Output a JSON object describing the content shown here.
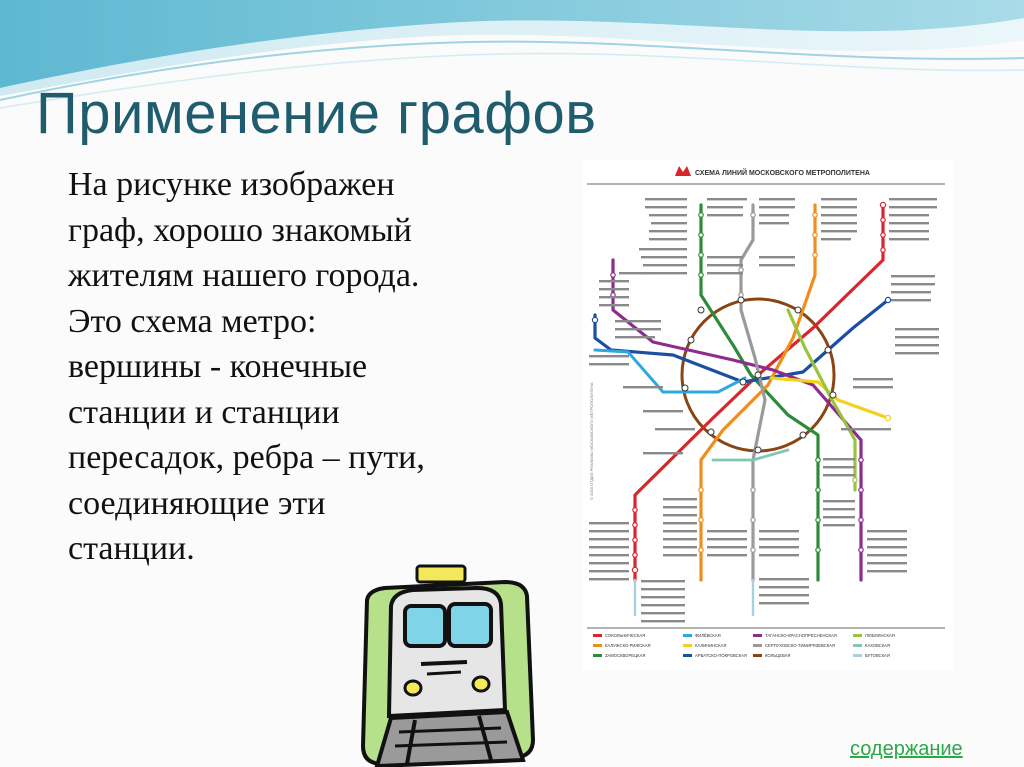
{
  "slide": {
    "title": "Применение графов",
    "body_lines": [
      "На рисунке  изображен",
      "граф, хорошо знакомый",
      "жителям нашего города.",
      "Это схема метро:",
      "вершины - конечные",
      "станции и станции",
      "пересадок, ребра – пути,",
      "соединяющие эти",
      "станции."
    ],
    "link_label": "содержание"
  },
  "metro_map": {
    "heading": "СХЕМА ЛИНИЙ МОСКОВСКОГО МЕТРОПОЛИТЕНА",
    "legend": [
      {
        "label": "СОКОЛЬНИЧЕСКАЯ",
        "color": "#d8262c"
      },
      {
        "label": "ФИЛЁВСКАЯ",
        "color": "#2ea8de"
      },
      {
        "label": "КАЛУЖСКО-РИЖСКАЯ",
        "color": "#f08d1c"
      },
      {
        "label": "КАЛИНИНСКАЯ",
        "color": "#f3d21b"
      },
      {
        "label": "ЗАМОСКВОРЕЦКАЯ",
        "color": "#2e8b3c"
      },
      {
        "label": "АРБАТСКО-ПОКРОВСКАЯ",
        "color": "#1b4fa2"
      },
      {
        "label": "ТАГАНСКО-КРАСНОПРЕСНЕНСКАЯ",
        "color": "#8e2b8e"
      },
      {
        "label": "СЕРПУХОВСКО-ТИМИРЯЗЕВСКАЯ",
        "color": "#9a9a9a"
      },
      {
        "label": "ЛЮБЛИНСКАЯ",
        "color": "#9ac43c"
      },
      {
        "label": "КАХОВСКАЯ",
        "color": "#7fc8b5"
      },
      {
        "label": "КОЛЬЦЕВАЯ",
        "color": "#8b4513"
      },
      {
        "label": "БУТОВСКАЯ",
        "color": "#aacfe0"
      }
    ]
  },
  "colors": {
    "title": "#1f5d6e",
    "link": "#2aa84a",
    "wave_dark": "#3aa6c4",
    "wave_light": "#bfe3ee"
  }
}
